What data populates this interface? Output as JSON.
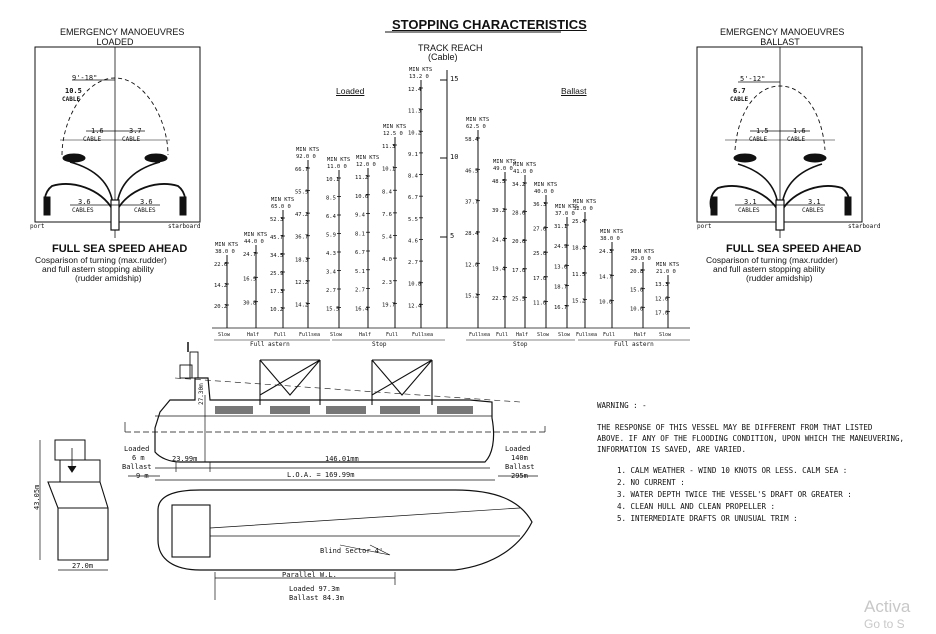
{
  "title": "STOPPING CHARACTERISTICS",
  "left_panel": {
    "heading1": "EMERGENCY MANOEUVRES",
    "heading2": "LOADED",
    "dim_top": "9'-18\"",
    "reach_value": "10.5",
    "reach_unit": "CABLE",
    "inner_left": "1.6",
    "inner_right": "3.7",
    "inner_unit": "CABLE",
    "outer_left": "3.6",
    "outer_right": "3.6",
    "outer_unit": "CABLES",
    "port": "port",
    "starboard": "starboard",
    "caption1": "FULL SEA SPEED AHEAD",
    "caption2": "Cosparison of turning (max.rudder)",
    "caption3": "and full astern stopping ability",
    "caption4": "(rudder amidship)"
  },
  "right_panel": {
    "heading1": "EMERGENCY MANOEUVRES",
    "heading2": "BALLAST",
    "dim_top": "5'-12\"",
    "reach_value": "6.7",
    "reach_unit": "CABLE",
    "inner_left": "1.5",
    "inner_right": "1.6",
    "inner_unit": "CABLE",
    "outer_left": "3.1",
    "outer_right": "3.1",
    "outer_unit": "CABLES",
    "port": "port",
    "starboard": "starboard",
    "caption1": "FULL SEA SPEED AHEAD",
    "caption2": "Cosparison of turning (max.rudder)",
    "caption3": "and full astern stopping ability",
    "caption4": "(rudder amidship)"
  },
  "chart": {
    "axis_title1": "TRACK REACH",
    "axis_title2": "(Cable)",
    "loaded_label": "Loaded",
    "ballast_label": "Ballast",
    "axis_ticks": [
      "15",
      "10",
      "5"
    ],
    "col_header": "MIN KTS",
    "left_cols": [
      {
        "label": "Slow",
        "head": "38.0 0",
        "vals": [
          "22.6",
          "14.2",
          "20.2"
        ]
      },
      {
        "label": "Half",
        "head": "44.0 0",
        "vals": [
          "24.7",
          "16.9",
          "30.8"
        ]
      },
      {
        "label": "Full",
        "head": "65.0 0",
        "vals": [
          "52.3",
          "45.7",
          "34.5",
          "25.9",
          "17.3",
          "10.2"
        ]
      },
      {
        "label": "Fullsea",
        "head": "92.0 0",
        "vals": [
          "66.7",
          "55.9",
          "47.2",
          "36.7",
          "18.3",
          "12.2",
          "14.2"
        ]
      },
      {
        "label": "Slow",
        "head": "11.0 0",
        "vals": [
          "10.1",
          "8.5",
          "6.4",
          "5.9",
          "4.3",
          "3.4",
          "2.7",
          "15.5"
        ]
      },
      {
        "label": "Half",
        "head": "12.0 0",
        "vals": [
          "11.2",
          "10.6",
          "9.4",
          "8.1",
          "6.7",
          "5.1",
          "2.7",
          "16.4"
        ]
      },
      {
        "label": "Full",
        "head": "12.5 0",
        "vals": [
          "11.3",
          "10.1",
          "8.4",
          "7.6",
          "5.4",
          "4.0",
          "2.3",
          "19.7"
        ]
      },
      {
        "label": "Fullsea",
        "head": "13.2 0",
        "vals": [
          "12.4",
          "11.3",
          "10.2",
          "9.1",
          "8.4",
          "6.7",
          "5.5",
          "4.6",
          "2.7",
          "10.8",
          "12.4"
        ]
      }
    ],
    "right_cols": [
      {
        "label": "Fullsea",
        "head": "62.5 0",
        "vals": [
          "58.4",
          "46.5",
          "37.7",
          "28.4",
          "12.0",
          "15.2"
        ]
      },
      {
        "label": "Full",
        "head": "49.0 0",
        "vals": [
          "48.5",
          "39.2",
          "24.4",
          "19.4",
          "22.7"
        ]
      },
      {
        "label": "Half",
        "head": "41.0 0",
        "vals": [
          "34.2",
          "28.6",
          "20.6",
          "17.0",
          "25.5"
        ]
      },
      {
        "label": "Slow",
        "head": "40.0 0",
        "vals": [
          "36.3",
          "27.6",
          "25.0",
          "17.0",
          "11.0"
        ]
      },
      {
        "label": "Slow",
        "head": "37.0 0",
        "vals": [
          "31.1",
          "24.9",
          "13.6",
          "18.7",
          "16.7"
        ]
      },
      {
        "label": "Fullsea",
        "head": "32.0 0",
        "vals": [
          "25.4",
          "18.4",
          "11.5",
          "15.2"
        ]
      },
      {
        "label": "Full",
        "head": "38.0 0",
        "vals": [
          "24.3",
          "14.7",
          "10.0"
        ]
      },
      {
        "label": "Half",
        "head": "29.0 0",
        "vals": [
          "20.8",
          "15.0",
          "10.0"
        ]
      },
      {
        "label": "Slow",
        "head": "21.0 0",
        "vals": [
          "13.3",
          "12.6",
          "17.0"
        ]
      }
    ],
    "group_full_astern_left": "Full astern",
    "group_stop_left": "Stop",
    "group_stop_right": "Stop",
    "group_full_astern_right": "Full astern"
  },
  "ship": {
    "height_dim": "27.30m",
    "loaded_left1": "Loaded",
    "loaded_left2": "6 m",
    "ballast_left1": "Ballast",
    "ballast_left2": "9 m",
    "stern_dim": "23.99m",
    "lbp": "146.01mm",
    "loa": "L.O.A. = 169.99m",
    "loaded_right1": "Loaded",
    "loaded_right2": "140m",
    "ballast_right1": "Ballast",
    "ballast_right2": "295m",
    "elev_height": "43.05m",
    "elev_width": "27.0m",
    "blind_sector": "Blind Sector 4'",
    "parallel": "Parallel W.L.",
    "parallel_loaded": "Loaded  97.3m",
    "parallel_ballast": "Ballast 84.3m"
  },
  "warning": {
    "head": "WARNING : -",
    "p1": "THE RESPONSE OF THIS VESSEL MAY BE DIFFERENT FROM THAT LISTED",
    "p2": "ABOVE. IF ANY OF THE FLOODING CONDITION, UPON WHICH THE MANEUVERING,",
    "p3": "INFORMATION IS SAVED, ARE VARIED.",
    "items": [
      "1. CALM WEATHER - WIND 10 KNOTS OR LESS. CALM SEA :",
      "2. NO CURRENT :",
      "3. WATER DEPTH TWICE THE VESSEL'S DRAFT OR GREATER :",
      "4. CLEAN HULL AND CLEAN PROPELLER :",
      "5. INTERMEDIATE DRAFTS OR UNUSUAL TRIM :"
    ]
  },
  "watermark1": "Activa",
  "watermark2": "Go to S"
}
